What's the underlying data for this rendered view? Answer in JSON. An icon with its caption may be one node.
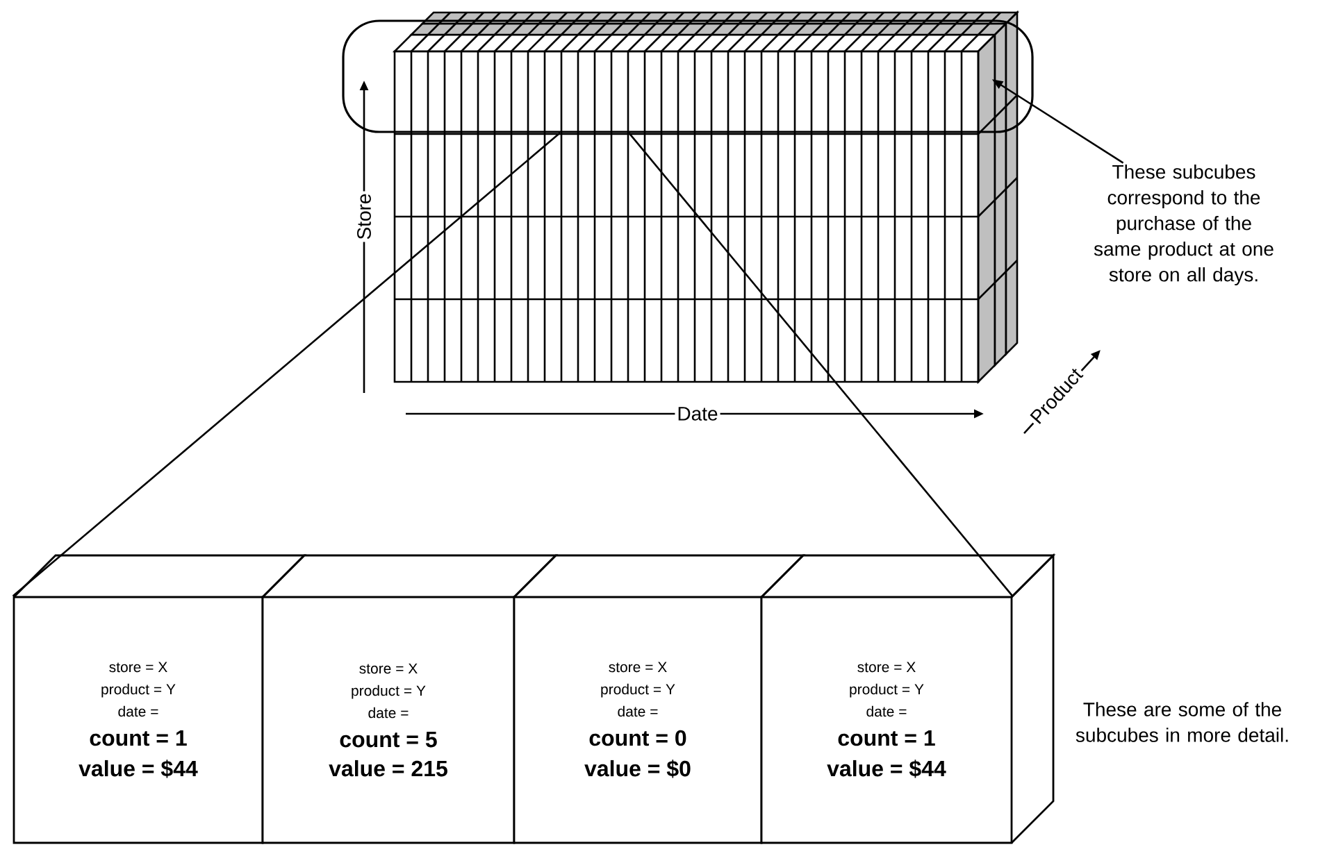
{
  "diagram": {
    "nodes": [
      {
        "text": [],
        "shape": "box"
      },
      {
        "text": [
          "These subcubes correspond to the purchase of the same product at one store on all days."
        ]
      },
      {
        "text": [
          "store = X",
          "product = Y",
          "date =",
          "count = 1",
          "value = $44"
        ]
      },
      {
        "text": [
          "store = X",
          "product = Y",
          "date =",
          "count = 5",
          "value = 215"
        ]
      },
      {
        "text": [
          "store = X",
          "product = Y",
          "date =",
          "count = 0",
          "value = $0"
        ]
      },
      {
        "text": [
          "store = X",
          "product = Y",
          "date =",
          "count = 1",
          "value = $44"
        ]
      }
    ],
    "edges": [
      {
        "from": 1,
        "to": 0,
        "arrow": "to"
      },
      {
        "from": 0,
        "to": 2,
        "arrow": "none"
      },
      {
        "from": 0,
        "to": 5,
        "arrow": "none"
      }
    ],
    "labels": [
      "Store",
      "Date",
      "Product",
      "These are some of the subcubes in more detail."
    ]
  }
}
